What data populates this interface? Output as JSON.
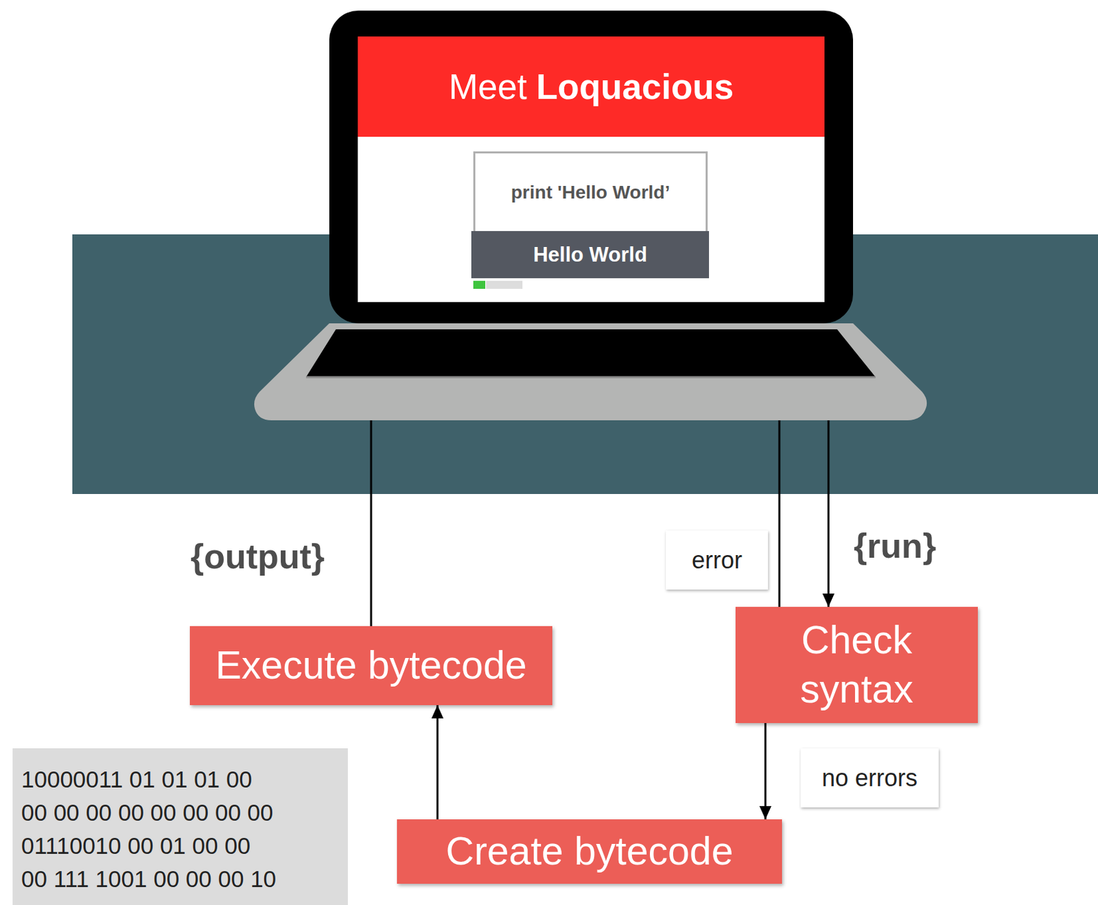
{
  "diagram": {
    "nodes": [
      {
        "text": [
          "Meet",
          "Loquacious"
        ]
      },
      {
        "text": [
          "print 'Hello World’"
        ],
        "in": 0
      },
      {
        "text": [
          "Hello World"
        ],
        "in": 0
      },
      {
        "text": [
          "Execute bytecode"
        ]
      },
      {
        "text": [
          "Check syntax"
        ]
      },
      {
        "text": [
          "Create bytecode"
        ]
      }
    ],
    "edges": [
      {
        "from": 0,
        "to": 4,
        "label": "{run}",
        "arrow": "to"
      },
      {
        "from": 4,
        "to": 0,
        "label": "error",
        "arrow": "to"
      },
      {
        "from": 4,
        "to": 5,
        "label": "no errors",
        "arrow": "to"
      },
      {
        "from": 5,
        "to": 3,
        "arrow": "to"
      },
      {
        "from": 3,
        "to": 0,
        "label": "{output}",
        "arrow": "to"
      }
    ],
    "labels": [
      "10000011 01 01 01 00",
      "00 00 00 00 00 00 00 00",
      "01110010 00 01 00 00",
      "00 111 1001 00 00 00 10"
    ]
  }
}
